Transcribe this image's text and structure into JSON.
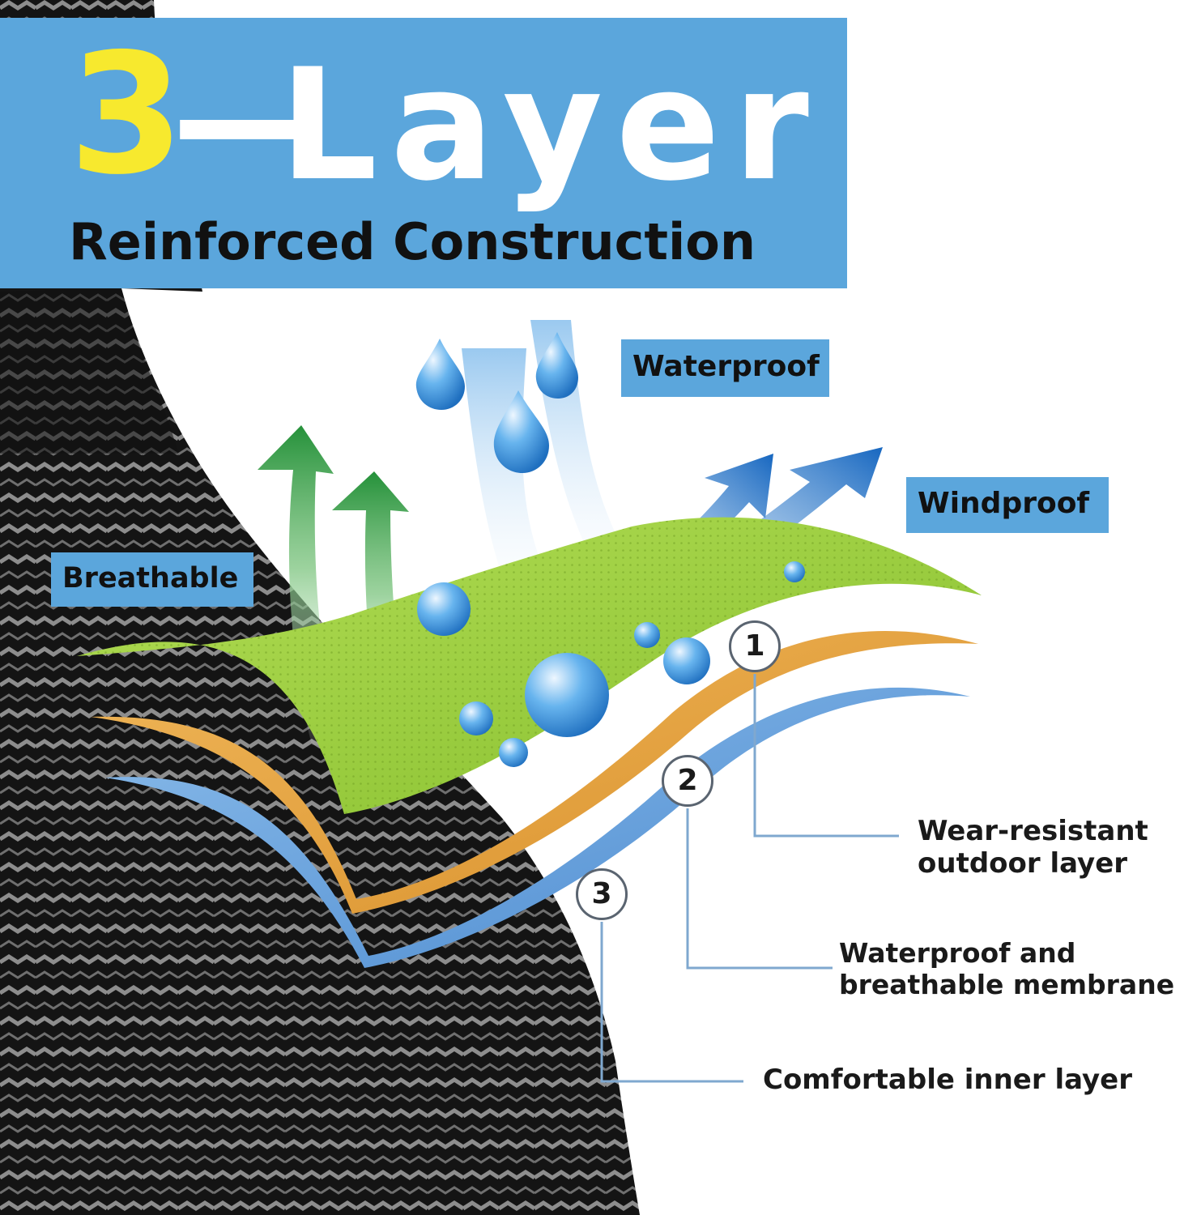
{
  "header": {
    "number": "3",
    "dash": "—",
    "word": "Layer",
    "subtitle": "Reinforced Construction"
  },
  "features": {
    "waterproof": "Waterproof",
    "windproof": "Windproof",
    "breathable": "Breathable"
  },
  "layers": [
    {
      "number": "1",
      "label_line1": "Wear-resistant",
      "label_line2": "outdoor layer",
      "color": "#9ccc3c"
    },
    {
      "number": "2",
      "label_line1": "Waterproof and",
      "label_line2": "breathable membrane",
      "color": "#e8a848"
    },
    {
      "number": "3",
      "label_line1": "Comfortable inner layer",
      "label_line2": "",
      "color": "#5b9bd8"
    }
  ],
  "colors": {
    "header_bg": "#5ba6dc",
    "number_yellow": "#f7e92e",
    "sock_dark": "#151515",
    "sock_pattern": "#8a8a8a",
    "arrow_green": "#2f9a3c",
    "arrow_blue": "#1f78c8",
    "droplet": "#3d93e0"
  }
}
